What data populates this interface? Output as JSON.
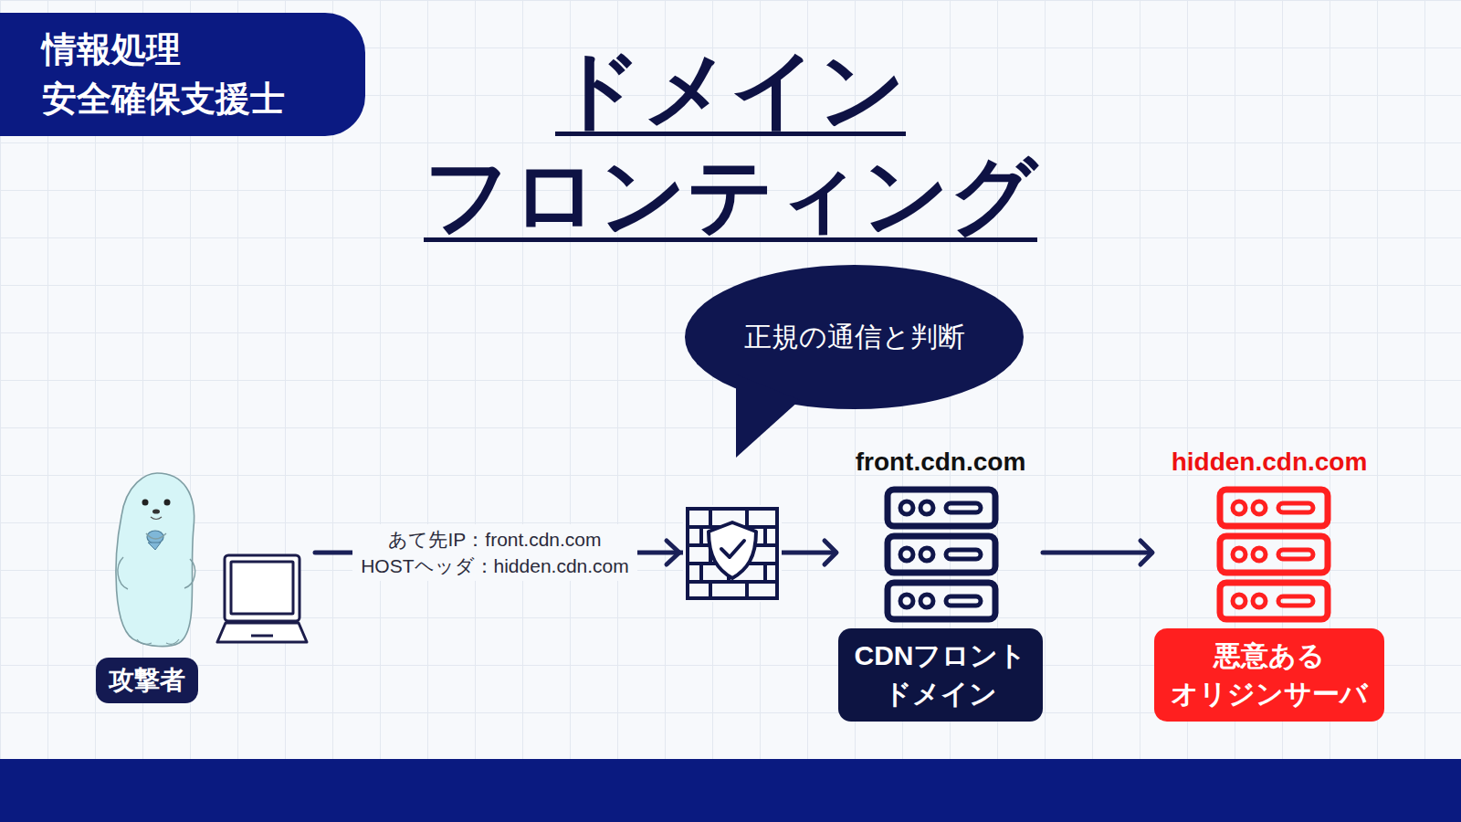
{
  "diagram": {
    "title": "ドメイン フロンティング",
    "nodes": [
      {
        "text": [
          "情報処理 安全確保支援士"
        ]
      },
      {
        "text": [
          "正規の通信と判断"
        ]
      },
      {
        "text": [
          "攻撃者"
        ]
      },
      {
        "text": [
          "front.cdn.com",
          "CDNフロント ドメイン"
        ]
      },
      {
        "text": [
          "hidden.cdn.com",
          "悪意ある オリジンサーバ"
        ]
      }
    ],
    "edges": [
      {
        "from": 2,
        "to": 3,
        "label": "あて先IP：front.cdn.com HOSTヘッダ：hidden.cdn.com",
        "arrow": "to"
      },
      {
        "from": 3,
        "to": 4,
        "arrow": "to"
      }
    ]
  }
}
